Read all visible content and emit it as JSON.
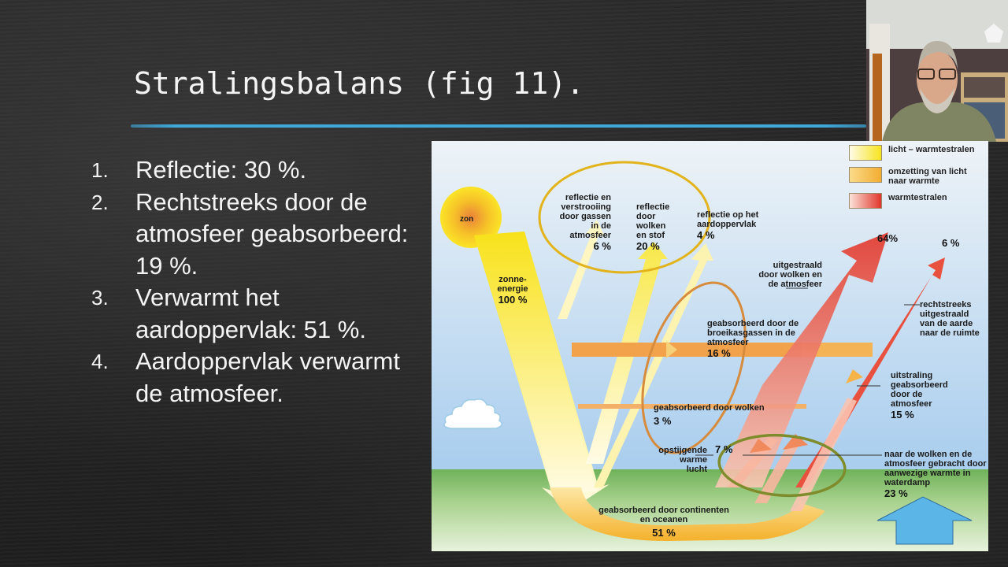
{
  "slide": {
    "title": "Stralingsbalans (fig 11).",
    "accent_color": "#3fa9dc",
    "points": [
      {
        "number": "1.",
        "text": "Reflectie: 30 %."
      },
      {
        "number": "2.",
        "text": "Rechtstreeks door de atmosfeer geabsorbeerd: 19 %."
      },
      {
        "number": "3.",
        "text": "Verwarmt het aardoppervlak: 51 %."
      },
      {
        "number": "4.",
        "text": "Aardoppervlak verwarmt de atmosfeer."
      }
    ]
  },
  "webcam": {
    "label": "presenter-video"
  },
  "figure": {
    "sun_label": "zon",
    "legend": [
      {
        "label": "licht – warmtestralen",
        "color": "#f5e21a"
      },
      {
        "label": "omzetting van licht naar warmte",
        "color": "#f2b13a"
      },
      {
        "label": "warmtestralen",
        "color": "#e0352b"
      }
    ],
    "labels": {
      "solar": {
        "text": "zonne- energie",
        "pct": "100 %"
      },
      "reflect_gas": {
        "text": "reflectie en verstrooiing door gassen in de atmosfeer",
        "pct": "6 %"
      },
      "reflect_clouds": {
        "text": "reflectie door wolken en stof",
        "pct": "20 %"
      },
      "reflect_surface": {
        "text": "reflectie op het aardoppervlak",
        "pct": "4 %"
      },
      "out_total": {
        "pct": "64%"
      },
      "out_direct": {
        "pct": "6 %"
      },
      "emitted_clouds": {
        "text": "uitgestraald door wolken en de atmosfeer"
      },
      "direct_space": {
        "text": "rechtstreeks uitgestraald van de aarde naar de ruimte"
      },
      "absorbed_ghg": {
        "text": "geabsorbeerd door de broeikasgassen in de atmosfeer",
        "pct": "16 %"
      },
      "absorbed_clouds": {
        "text": "geabsorbeerd door wolken",
        "pct": "3  %"
      },
      "radiation_absorbed": {
        "text": "uitstraling geabsorbeerd door de atmosfeer",
        "pct": "15 %"
      },
      "rising_air": {
        "text": "opstijgende warme lucht",
        "pct": "7 %"
      },
      "water_vapour": {
        "text": "naar de wolken en de atmosfeer gebracht door aanwezige warmte in waterdamp",
        "pct": "23 %"
      },
      "absorbed_surface": {
        "text": "geabsorbeerd door continenten en oceanen",
        "pct": "51 %"
      }
    }
  }
}
